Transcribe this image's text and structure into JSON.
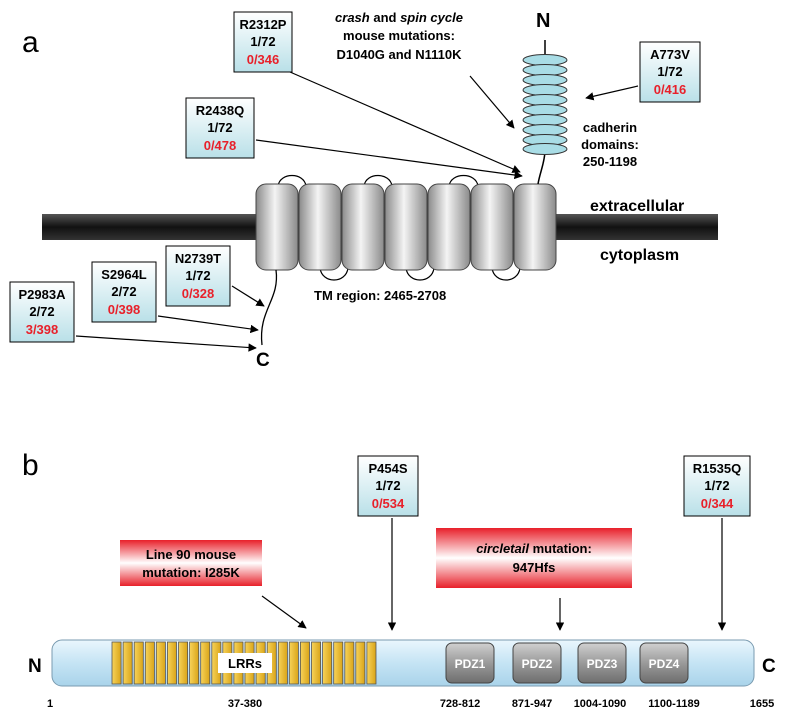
{
  "panel_a": {
    "label": "a",
    "n_terminus": "N",
    "c_terminus": "C",
    "extracellular": "extracellular",
    "cytoplasm": "cytoplasm",
    "tm_region": "TM region: 2465-2708",
    "cadherin": [
      "cadherin",
      "domains:",
      "250-1198"
    ],
    "mouse_mutations": {
      "line1_italic_a": "crash",
      "line1_mid": " and ",
      "line1_italic_b": "spin cycle",
      "line2": "mouse mutations:",
      "line3": "D1040G and N1110K"
    },
    "variants": [
      {
        "name": "R2312P",
        "freq": "1/72",
        "controls": "0/346"
      },
      {
        "name": "A773V",
        "freq": "1/72",
        "controls": "0/416"
      },
      {
        "name": "R2438Q",
        "freq": "1/72",
        "controls": "0/478"
      },
      {
        "name": "N2739T",
        "freq": "1/72",
        "controls": "0/328"
      },
      {
        "name": "S2964L",
        "freq": "2/72",
        "controls": "0/398"
      },
      {
        "name": "P2983A",
        "freq": "2/72",
        "controls": "3/398"
      }
    ]
  },
  "panel_b": {
    "label": "b",
    "n_terminus": "N",
    "c_terminus": "C",
    "lrrs": "LRRs",
    "pdz": [
      "PDZ1",
      "PDZ2",
      "PDZ3",
      "PDZ4"
    ],
    "positions": [
      "1",
      "37-380",
      "728-812",
      "871-947",
      "1004-1090",
      "1100-1189",
      "1655"
    ],
    "line90": {
      "line1": "Line 90 mouse",
      "line2": "mutation: I285K"
    },
    "circletail": {
      "line1_italic": "circletail",
      "line1_rest": " mutation:",
      "line2": "947Hfs"
    },
    "variants": [
      {
        "name": "P454S",
        "freq": "1/72",
        "controls": "0/534"
      },
      {
        "name": "R1535Q",
        "freq": "1/72",
        "controls": "0/344"
      }
    ]
  },
  "colors": {
    "box_fill_top": "#ffffff",
    "box_fill_bottom": "#bfe3ea",
    "control_red": "#e8202a",
    "membrane": "#1a1a1a",
    "cadherin_fill": "#a9dde6",
    "protein_fill": "#cde8f6",
    "lrr_fill": "#f0c030",
    "red_banner": "#e8202a"
  }
}
